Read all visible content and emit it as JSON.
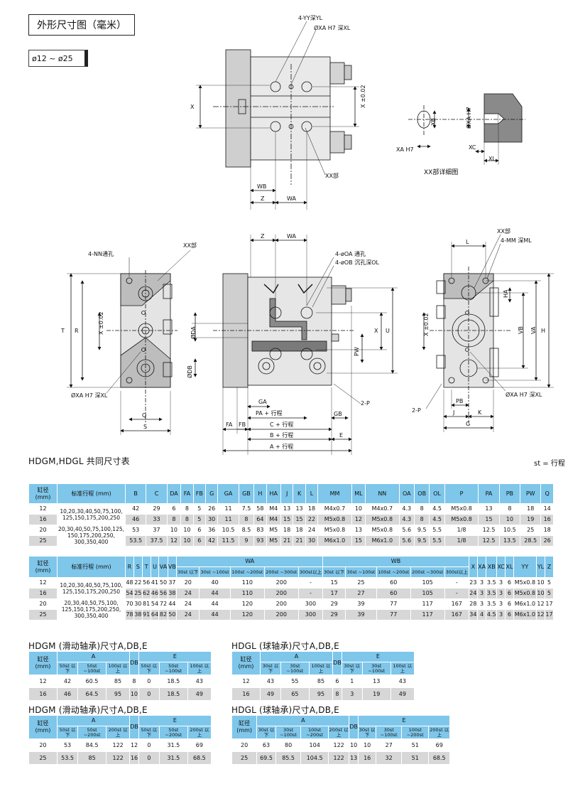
{
  "page": {
    "title": "外形尺寸图（毫米）",
    "bore_range": "ø12 ~ ø25",
    "st_note": "st = 行程"
  },
  "drawing_labels": {
    "yy": "4-YY深YL",
    "xa_top": "ØXA H7 深XL",
    "x": "X",
    "x_tol": "X ±0.02",
    "xx_part": "XX部",
    "wb": "WB",
    "z": "Z",
    "wa": "WA",
    "xb": "XB",
    "xa_h7": "ØXA H7",
    "xa_detail": "XA H7",
    "xc": "XC",
    "xl": "XL",
    "xx_detail": "XX部详细图",
    "nn": "4-NN通孔",
    "oa": "4-øOA 通孔",
    "ob": "4-øOB 沉孔深OL",
    "mm": "4-MM 深ML",
    "l": "L",
    "t": "T",
    "r": "R",
    "da": "ØDA",
    "db": "ØDB",
    "pw": "PW",
    "u": "U",
    "ha": "HA",
    "vb": "VB",
    "va": "VA",
    "h": "H",
    "q": "Q",
    "s": "S",
    "ga": "GA",
    "gb": "GB",
    "pa": "PA + 行程",
    "c": "C + 行程",
    "b": "B + 行程",
    "a": "A + 行程",
    "fa": "FA",
    "fb": "FB",
    "e": "E",
    "p2": "2-P",
    "pb": "PB",
    "j": "J",
    "k": "K",
    "g": "G",
    "xa_xl": "ØXA H7 深XL"
  },
  "table1": {
    "title": "HDGM,HDGL 共同尺寸表",
    "headers": [
      "缸径 (mm)",
      "标准行程 (mm)",
      "B",
      "C",
      "DA",
      "FA",
      "FB",
      "G",
      "GA",
      "GB",
      "H",
      "HA",
      "J",
      "K",
      "L",
      "MM",
      "ML",
      "NN",
      "OA",
      "OB",
      "OL",
      "P",
      "PA",
      "PB",
      "PW",
      "Q"
    ],
    "rows": [
      [
        "12",
        "10,20,30,40,50,75,100, 125,150,175,200,250",
        "42",
        "29",
        "6",
        "8",
        "5",
        "26",
        "11",
        "7.5",
        "58",
        "M4",
        "13",
        "13",
        "18",
        "M4x0.7",
        "10",
        "M4x0.7",
        "4.3",
        "8",
        "4.5",
        "M5x0.8",
        "13",
        "8",
        "18",
        "14"
      ],
      [
        "16",
        "",
        "46",
        "33",
        "8",
        "8",
        "5",
        "30",
        "11",
        "8",
        "64",
        "M4",
        "15",
        "15",
        "22",
        "M5x0.8",
        "12",
        "M5x0.8",
        "4.3",
        "8",
        "4.5",
        "M5x0.8",
        "15",
        "10",
        "19",
        "16"
      ],
      [
        "20",
        "20,30,40,50,75,100,125, 150,175,200,250, 300,350,400",
        "53",
        "37",
        "10",
        "10",
        "6",
        "36",
        "10.5",
        "8.5",
        "83",
        "M5",
        "18",
        "18",
        "24",
        "M5x0.8",
        "13",
        "M5x0.8",
        "5.6",
        "9.5",
        "5.5",
        "1/8",
        "12.5",
        "10.5",
        "25",
        "18"
      ],
      [
        "25",
        "",
        "53.5",
        "37.5",
        "12",
        "10",
        "6",
        "42",
        "11.5",
        "9",
        "93",
        "M5",
        "21",
        "21",
        "30",
        "M6x1.0",
        "15",
        "M6x1.0",
        "5.6",
        "9.5",
        "5.5",
        "1/8",
        "12.5",
        "13.5",
        "28.5",
        "26"
      ]
    ]
  },
  "table2": {
    "headers": [
      "缸径 (mm)",
      "标准行程 (mm)",
      "R",
      "S",
      "T",
      "U",
      "VA",
      "VB",
      "WA",
      "WB",
      "X",
      "XA",
      "XB",
      "XC",
      "XL",
      "YY",
      "YL",
      "Z"
    ],
    "sub_headers": [
      "30st 以下",
      "30st ~100st",
      "100st ~200st",
      "200st ~300st",
      "300st以上"
    ],
    "rows": [
      [
        "12",
        "10,20,30,40,50,75,100, 125,150,175,200,250",
        "48",
        "22",
        "56",
        "41",
        "50",
        "37",
        "20",
        "40",
        "110",
        "200",
        "-",
        "15",
        "25",
        "60",
        "105",
        "-",
        "23",
        "3",
        "3.5",
        "3",
        "6",
        "M5x0.8",
        "10",
        "5"
      ],
      [
        "16",
        "",
        "54",
        "25",
        "62",
        "46",
        "56",
        "38",
        "24",
        "44",
        "110",
        "200",
        "-",
        "17",
        "27",
        "60",
        "105",
        "-",
        "24",
        "3",
        "3.5",
        "3",
        "6",
        "M5x0.8",
        "10",
        "5"
      ],
      [
        "20",
        "20,30,40,50,75,100, 125,150,175,200,250, 300,350,400",
        "70",
        "30",
        "81",
        "54",
        "72",
        "44",
        "24",
        "44",
        "120",
        "200",
        "300",
        "29",
        "39",
        "77",
        "117",
        "167",
        "28",
        "3",
        "3.5",
        "3",
        "6",
        "M6x1.0",
        "12",
        "17"
      ],
      [
        "25",
        "",
        "78",
        "38",
        "91",
        "64",
        "82",
        "50",
        "24",
        "44",
        "120",
        "200",
        "300",
        "29",
        "39",
        "77",
        "117",
        "167",
        "34",
        "4",
        "4.5",
        "3",
        "6",
        "M6x1.0",
        "12",
        "17"
      ]
    ]
  },
  "small_tables": [
    {
      "title": "HDGM (滑动轴承)尺寸A,DB,E",
      "a_label": "A",
      "db_label": "DB",
      "e_label": "E",
      "bore_label": "缸径 (mm)",
      "a_sub": [
        "50st 以下",
        "50st ~100st",
        "100st 以上"
      ],
      "e_sub": [
        "50st 以下",
        "50st ~100st",
        "100st 以上"
      ],
      "rows": [
        [
          "12",
          "42",
          "60.5",
          "85",
          "8",
          "0",
          "18.5",
          "43"
        ],
        [
          "16",
          "46",
          "64.5",
          "95",
          "10",
          "0",
          "18.5",
          "49"
        ]
      ]
    },
    {
      "title": "HDGL (球轴承)尺寸A,DB,E",
      "a_label": "A",
      "db_label": "DB",
      "e_label": "E",
      "bore_label": "缸径 (mm)",
      "a_sub": [
        "30st 以下",
        "30st ~100st",
        "100st 以上"
      ],
      "e_sub": [
        "30st 以下",
        "30st ~100st",
        "100st 以上"
      ],
      "rows": [
        [
          "12",
          "43",
          "55",
          "85",
          "6",
          "1",
          "13",
          "43"
        ],
        [
          "16",
          "49",
          "65",
          "95",
          "8",
          "3",
          "19",
          "49"
        ]
      ]
    },
    {
      "title": "HDGM (滑动轴承)尺寸A,DB,E",
      "a_label": "A",
      "db_label": "DB",
      "e_label": "E",
      "bore_label": "缸径 (mm)",
      "a_sub": [
        "50st 以下",
        "50st ~200st",
        "200st 以上"
      ],
      "e_sub": [
        "50st 以下",
        "50st ~200st",
        "200st 以上"
      ],
      "rows": [
        [
          "20",
          "53",
          "84.5",
          "122",
          "12",
          "0",
          "31.5",
          "69"
        ],
        [
          "25",
          "53.5",
          "85",
          "122",
          "16",
          "0",
          "31.5",
          "68.5"
        ]
      ]
    },
    {
      "title": "HDGL (球轴承)尺寸A,DB,E",
      "a_label": "A",
      "db_label": "DB",
      "e_label": "E",
      "bore_label": "缸径 (mm)",
      "a_sub": [
        "30st 以下",
        "30st ~100st",
        "100st ~200st",
        "200st 以上"
      ],
      "e_sub": [
        "30st 以下",
        "30st ~100st",
        "100st ~200st",
        "200st 以上"
      ],
      "rows": [
        [
          "20",
          "63",
          "80",
          "104",
          "122",
          "10",
          "10",
          "27",
          "51",
          "69"
        ],
        [
          "25",
          "69.5",
          "85.5",
          "104.5",
          "122",
          "13",
          "16",
          "32",
          "51",
          "68.5"
        ]
      ]
    }
  ]
}
